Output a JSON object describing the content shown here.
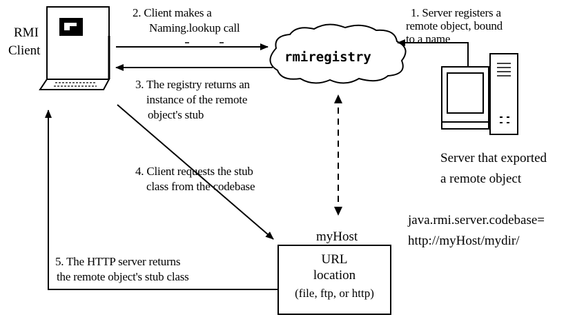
{
  "client": {
    "label_line1": "RMI",
    "label_line2": "Client"
  },
  "registry": {
    "label": "rmiregistry"
  },
  "server": {
    "caption_line1": "Server that exported",
    "caption_line2": "a remote object"
  },
  "codebase": {
    "line1": "java.rmi.server.codebase=",
    "line2": "http://myHost/mydir/"
  },
  "host": {
    "name": "myHost",
    "box_line1": "URL",
    "box_line2": "location",
    "box_line3": "(file, ftp, or http)"
  },
  "steps": [
    {
      "line1": "1. Server registers a",
      "line2": "remote object, bound",
      "line3": "to a name"
    },
    {
      "line1": "2. Client makes a",
      "line2": "Naming.lookup call"
    },
    {
      "line1": "3. The registry returns an",
      "line2": "instance of the remote",
      "line3": "object's stub"
    },
    {
      "line1": "4. Client requests the stub",
      "line2": "class from the codebase"
    },
    {
      "line1": "5. The HTTP server returns",
      "line2": "the remote object's stub class"
    }
  ]
}
